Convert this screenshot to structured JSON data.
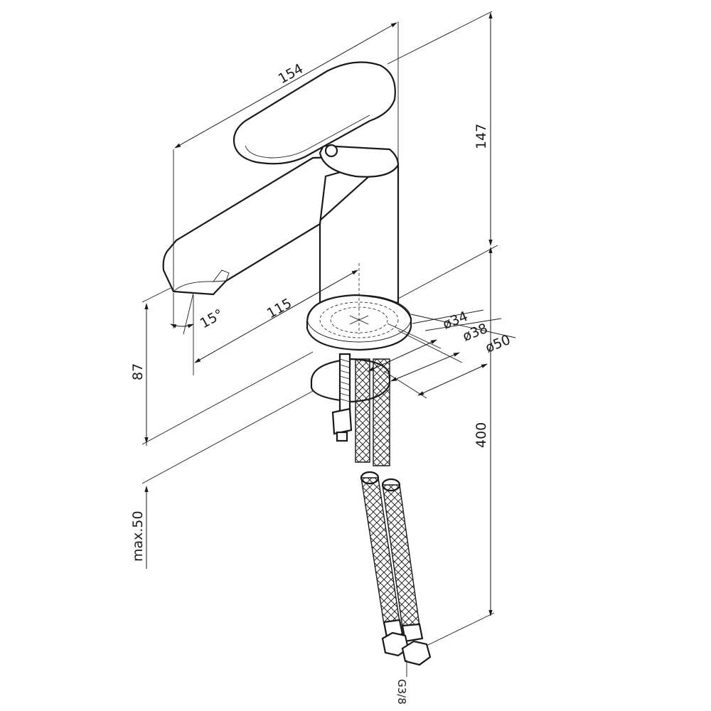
{
  "dimensions": {
    "total_length": "154",
    "total_height": "147",
    "spout_reach": "115",
    "spout_height": "87",
    "spout_angle": "15°",
    "max_deck_thickness": "max.50",
    "hose_length": "400",
    "diameter_inner": "ø34",
    "diameter_middle": "ø38",
    "diameter_base": "ø50",
    "connection_thread": "G3/8"
  },
  "colors": {
    "line": "#1a1a1a",
    "background": "#ffffff"
  }
}
